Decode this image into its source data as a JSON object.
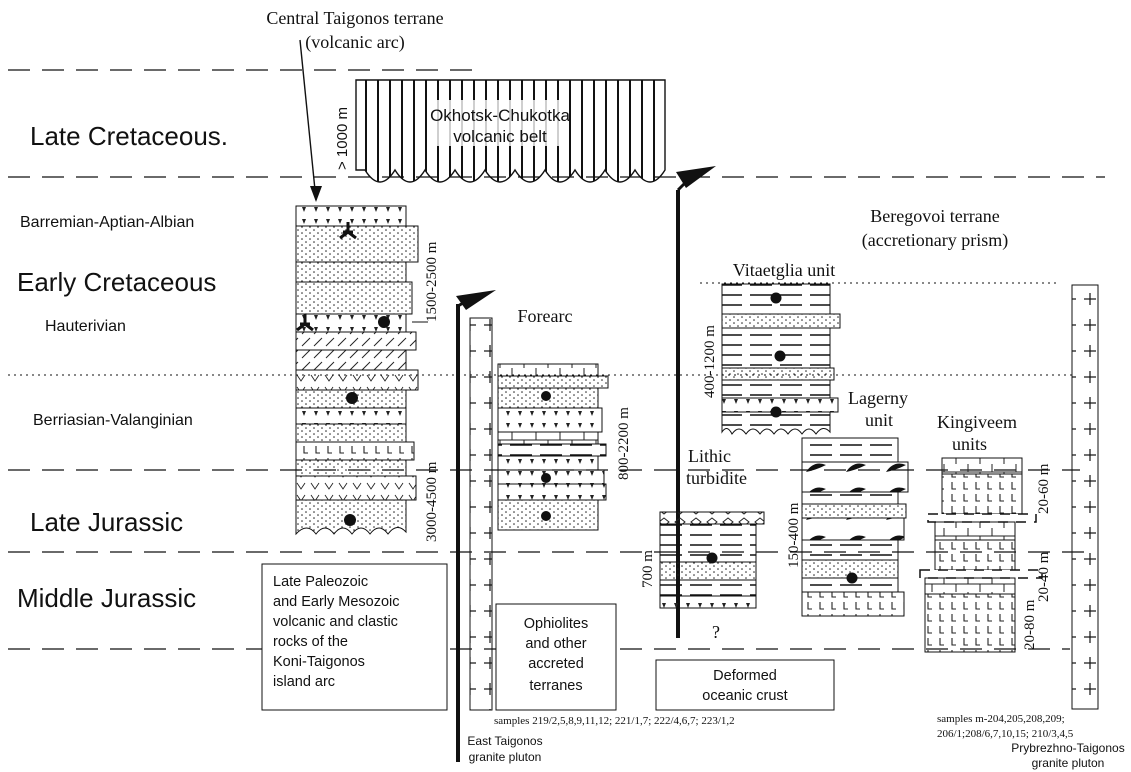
{
  "titles": {
    "central_line1": "Central Taigonos terrane",
    "central_line2": "(volcanic arc)",
    "beregovoi_line1": "Beregovoi terrane",
    "beregovoi_line2": "(accretionary prism)"
  },
  "eras": {
    "late_cretaceous": "Late  Cretaceous.",
    "early_cretaceous": "Early   Cretaceous",
    "late_jurassic": "Late  Jurassic",
    "middle_jurassic": "Middle  Jurassic"
  },
  "stages": {
    "barremian": "Barremian-Aptian-Albian",
    "hauterivian": "Hauterivian",
    "berriasian": "Berriasian-Valanginian"
  },
  "okhotsk": {
    "line1": "Okhotsk-Chukotka",
    "line2": "volcanic belt",
    "thickness": "> 1000 m"
  },
  "columns": {
    "central_thickness_top": "1500-2500 m",
    "central_thickness_bottom": "3000-4500 m",
    "forearc_label": "Forearc",
    "forearc_thickness": "800-2200 m",
    "vitaetglia_label": "Vitaetglia unit",
    "vitaetglia_thickness": "400-1200 m",
    "lithic_line1": "Lithic",
    "lithic_line2": "turbidite",
    "lithic_thickness": "700 m",
    "lagerny_line1": "Lagerny",
    "lagerny_line2": "unit",
    "lagerny_thickness": "150-400 m",
    "kingiveem_line1": "Kingiveem",
    "kingiveem_line2": "units",
    "kingiveem_t1": "20-60 m",
    "kingiveem_t2": "20-40 m",
    "kingiveem_t3": "20-80 m",
    "question": "?"
  },
  "boxes": {
    "koni": [
      "Late Paleozoic",
      "and Early Mesozoic",
      "volcanic and clastic",
      "rocks of the",
      "Koni-Taigonos",
      "island arc"
    ],
    "ophiolites": [
      "Ophiolites",
      "and other",
      "accreted",
      "terranes"
    ],
    "oceanic": [
      "Deformed",
      "oceanic crust"
    ]
  },
  "plutons": {
    "east_line1": "East Taigonos",
    "east_line2": "granite pluton",
    "east_samples": "samples 219/2,5,8,9,11,12; 221/1,7; 222/4,6,7; 223/1,2",
    "pryb_line1": "Prybrezhno-Taigonos",
    "pryb_line2": "granite pluton",
    "pryb_samples_1": "samples m-204,205,208,209;",
    "pryb_samples_2": "206/1;208/6,7,10,15; 210/3,4,5"
  }
}
